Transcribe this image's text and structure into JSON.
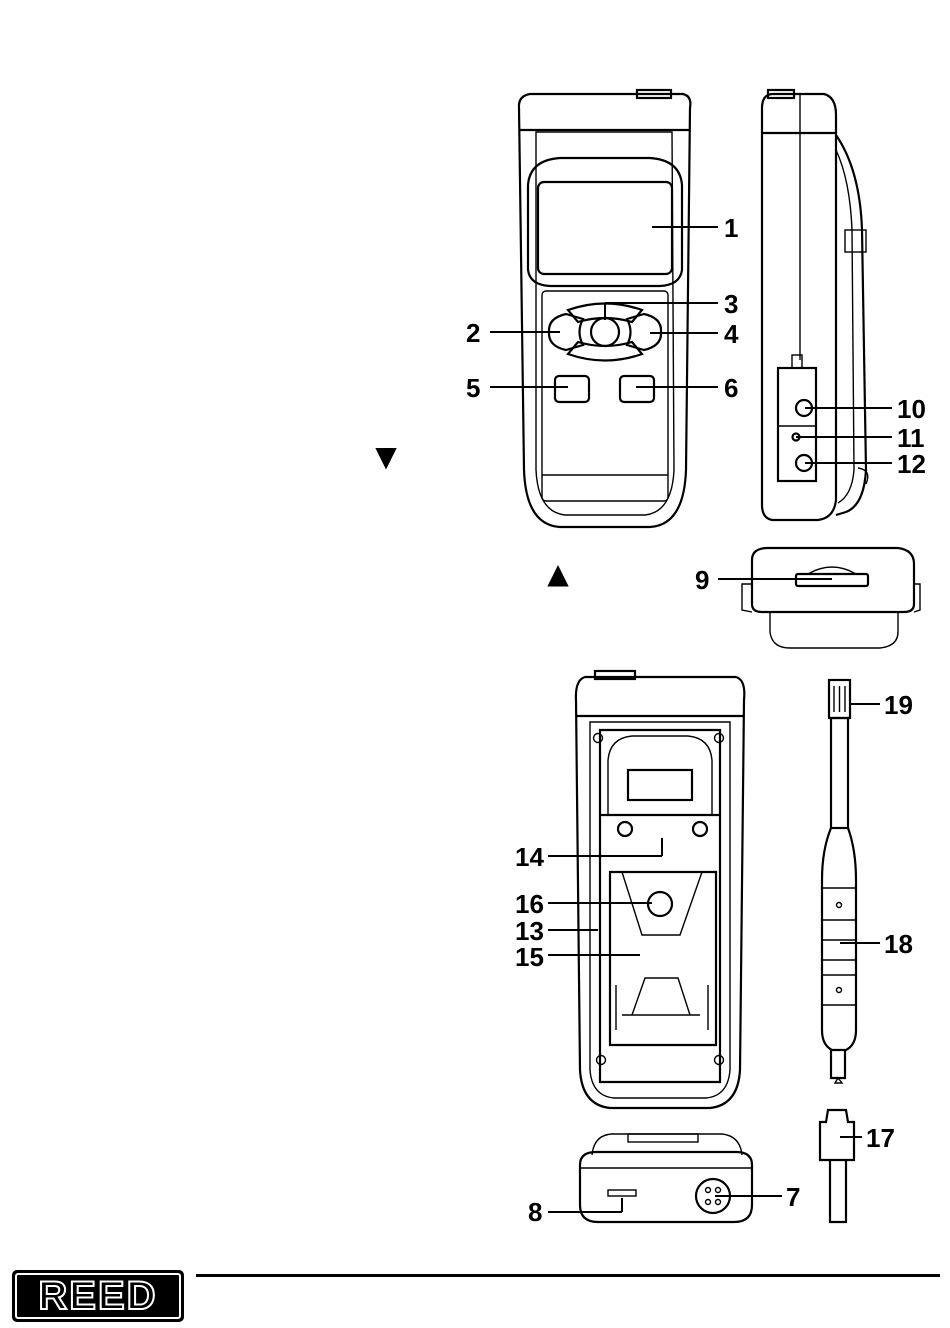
{
  "callouts": [
    "1",
    "2",
    "3",
    "4",
    "5",
    "6",
    "7",
    "8",
    "9",
    "10",
    "11",
    "12",
    "13",
    "14",
    "15",
    "16",
    "17",
    "18",
    "19"
  ],
  "arrows": {
    "down": "▼",
    "up": "▲"
  },
  "footer": {
    "logo_text": "REED"
  }
}
